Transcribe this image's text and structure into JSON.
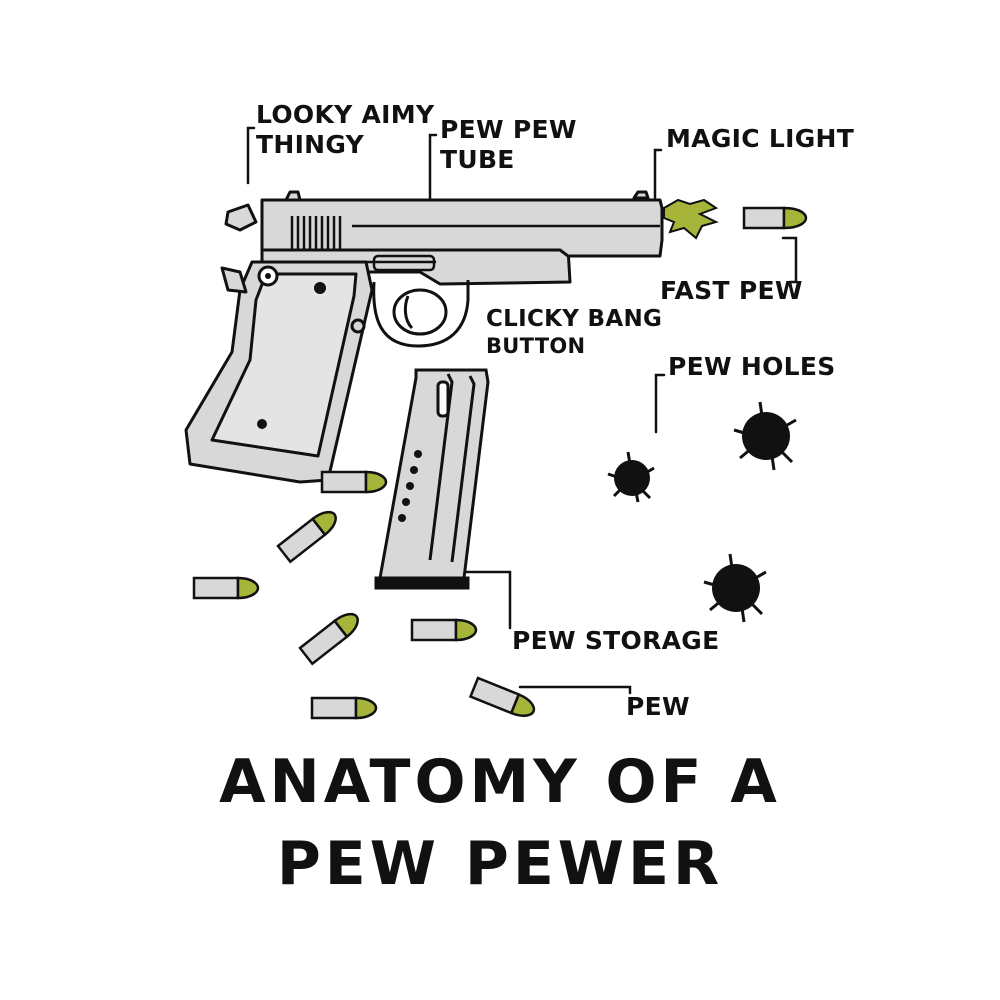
{
  "labels": {
    "looky_aimy": [
      "LOOKY AIMY",
      "THINGY"
    ],
    "pew_pew_tube": [
      "PEW PEW",
      "TUBE"
    ],
    "magic_light": "MAGIC LIGHT",
    "fast_pew": "FAST PEW",
    "clicky_bang": [
      "CLICKY BANG",
      "BUTTON"
    ],
    "pew_holes": "PEW HOLES",
    "pew_storage": "PEW STORAGE",
    "pew": "PEW"
  },
  "title": {
    "line1": "ANATOMY OF A",
    "line2": "PEW PEWER"
  },
  "colors": {
    "ink": "#111111",
    "gun_gray": "#d8d8d8",
    "bullet_tip": "#a6b53a",
    "muzzle_flash": "#a6b53a"
  }
}
